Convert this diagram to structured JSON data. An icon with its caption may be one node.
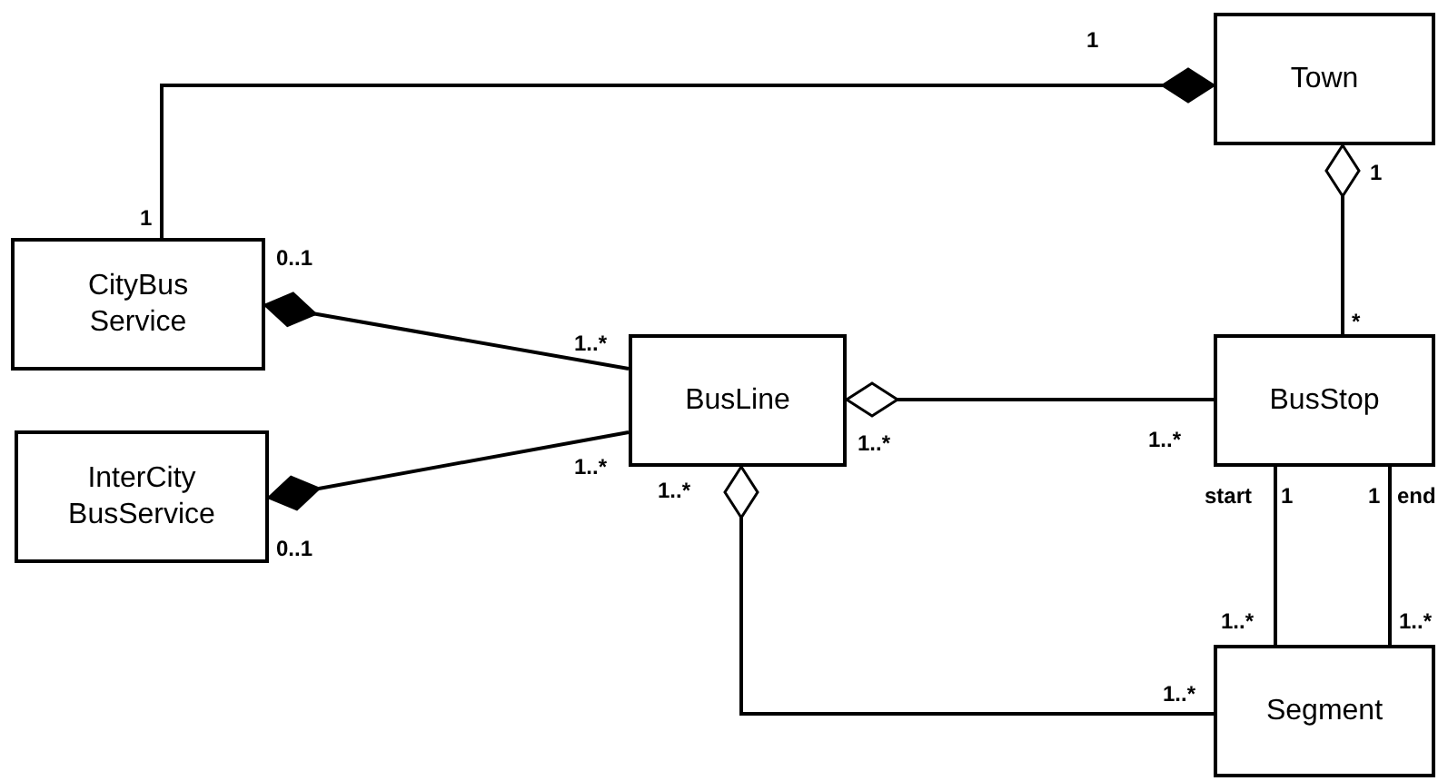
{
  "diagram": {
    "nodes": [
      {
        "text": [
          "Town"
        ]
      },
      {
        "text": [
          "CityBus Service"
        ]
      },
      {
        "text": [
          "InterCity BusService"
        ]
      },
      {
        "text": [
          "BusLine"
        ]
      },
      {
        "text": [
          "BusStop"
        ]
      },
      {
        "text": [
          "Segment"
        ]
      }
    ],
    "edges": [
      {
        "from": 0,
        "to": 1,
        "arrow": "other"
      },
      {
        "from": 0,
        "to": 4,
        "arrow": "other"
      },
      {
        "from": 1,
        "to": 3,
        "arrow": "other"
      },
      {
        "from": 2,
        "to": 3,
        "arrow": "other"
      },
      {
        "from": 3,
        "to": 4,
        "arrow": "other"
      },
      {
        "from": 3,
        "to": 5,
        "arrow": "other"
      },
      {
        "from": 4,
        "to": 5,
        "arrow": "none"
      },
      {
        "from": 4,
        "to": 5,
        "arrow": "none"
      }
    ],
    "labels": [
      "1",
      "1",
      "1",
      "0..1",
      "*",
      "1..*",
      "1..*",
      "1..*",
      "1..*",
      "1..*",
      "start",
      "1",
      "1",
      "end",
      "0..1",
      "1..*",
      "1..*",
      "1..*"
    ]
  }
}
